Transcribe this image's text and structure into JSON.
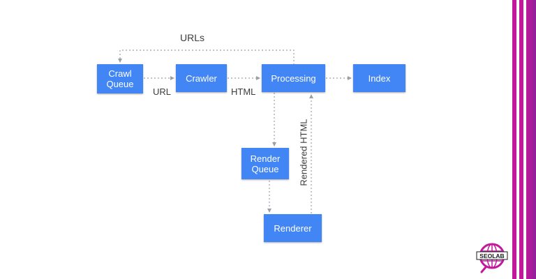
{
  "diagram": {
    "nodes": {
      "crawl_queue": "Crawl\nQueue",
      "crawler": "Crawler",
      "processing": "Processing",
      "index": "Index",
      "render_queue": "Render\nQueue",
      "renderer": "Renderer"
    },
    "edge_labels": {
      "urls": "URLs",
      "url": "URL",
      "html": "HTML",
      "rendered_html": "Rendered HTML"
    }
  },
  "brand": {
    "logo_text": "SEOLAB"
  },
  "colors": {
    "node_fill": "#4285f4",
    "arrow": "#9aa0a6",
    "stripe_magenta": "#c2189b",
    "stripe_purple": "#8e1f9c"
  }
}
